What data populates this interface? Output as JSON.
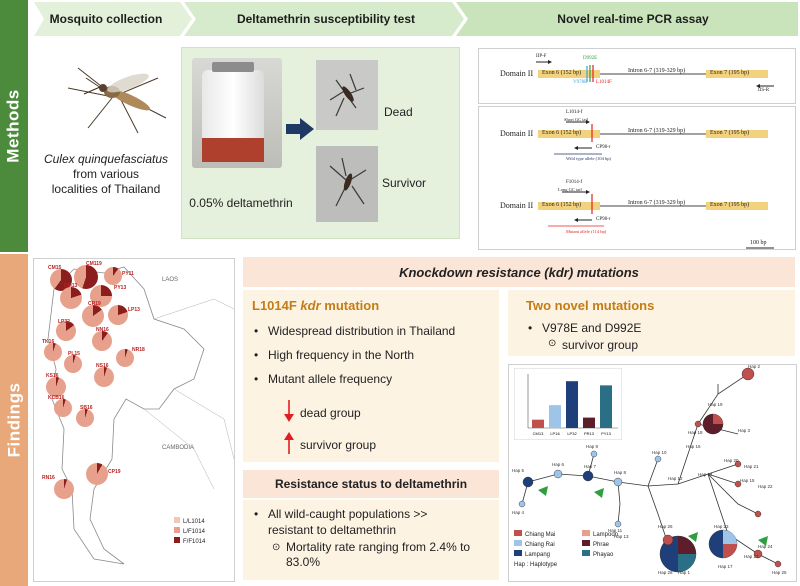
{
  "methods": {
    "side_label": "Methods",
    "steps": [
      "Mosquito collection",
      "Deltamethrin susceptibility test",
      "Novel real-time PCR assay"
    ],
    "species_italic": "Culex quinquefasciatus",
    "species_sub": "from various localities of Thailand",
    "test_concentration": "0.05% deltamethrin",
    "dead_label": "Dead",
    "survivor_label": "Survivor",
    "pcr": {
      "domain_label": "Domain II",
      "exon6": "Exon 6 (152 bp)",
      "intron": "Intron 6-7 (319-329 bp)",
      "exon7": "Exon 7 (195 bp)",
      "iip_f": "IIP-F",
      "iis_r": "IIS-R",
      "d992e": "D992E",
      "v978e": "V978E",
      "l1014f": "L1014F",
      "l1014f_primer": "L1014-f",
      "short_gc": "Short GC tail",
      "cp98r": "CP98-r",
      "wild_allele": "Wild type allele (104 bp)",
      "f1014f_primer": "F1014-f",
      "long_gc": "Long GC tail",
      "mutant_allele": "Mutant allele (114 bp)",
      "scale": "100 bp"
    }
  },
  "findings": {
    "side_label": "Findings",
    "kdr_title_pre": "Knockdown resistance (",
    "kdr_title_kdr": "kdr",
    "kdr_title_post": ") mutations",
    "l1014f_title_pre": "L1014F ",
    "l1014f_title_kdr": "kdr",
    "l1014f_title_post": " mutation",
    "l1014f_bullets": [
      "Widespread distribution in Thailand",
      "High frequency in the North",
      "Mutant allele frequency"
    ],
    "dead_group": "dead group",
    "survivor_group": "survivor group",
    "novel_title": "Two novel mutations",
    "novel_bullet": "V978E and D992E",
    "novel_sub": "survivor group",
    "resistance_title": "Resistance status to deltamethrin",
    "resistance_bullet": "All wild-caught populations >> resistant to deltamethrin",
    "resistance_sub": "Mortality rate ranging from 2.4% to 83.0%",
    "map": {
      "laos": "LAOS",
      "cambodia": "CAMBODIA",
      "legend": [
        "L/L1014",
        "L/F1014",
        "F/F1014"
      ],
      "sites": [
        "CM15",
        "CM119",
        "CM13",
        "PY13",
        "PY11",
        "CR19",
        "LP13",
        "LP32",
        "NN16",
        "TK16",
        "PL15",
        "NS16",
        "KS16",
        "NR18",
        "KCB16",
        "SB16",
        "CP19",
        "RN16"
      ]
    },
    "network": {
      "legend": [
        "Chiang Mai",
        "Lampoon",
        "Chiang Rai",
        "Phrae",
        "Lampang",
        "Phayao"
      ],
      "hap_note": "Hap : Haplotype",
      "hap_labels": [
        "Hap 1",
        "Hap 2",
        "Hap 3",
        "Hap 4",
        "Hap 5",
        "Hap 6",
        "Hap 7",
        "Hap 8",
        "Hap 9",
        "Hap 10",
        "Hap 11",
        "Hap 12",
        "Hap 13",
        "Hap 14",
        "Hap 15",
        "Hap 16",
        "Hap 17",
        "Hap 18",
        "Hap 19",
        "Hap 20",
        "Hap 21",
        "Hap 22",
        "Hap 23",
        "Hap 24",
        "Hap 25",
        "Hap 26",
        "Hap 27",
        "Hap 28"
      ],
      "bar_categories": [
        "CM13",
        "LP16",
        "LP32",
        "PR13",
        "PY13"
      ],
      "bar_values": [
        8,
        22,
        45,
        10,
        41
      ],
      "bar_colors": [
        "#c0504d",
        "#9ec5e8",
        "#1f3f7a",
        "#5c1e2a",
        "#2b6f86"
      ]
    },
    "colors": {
      "methods_green": "#4b8b3b",
      "findings_orange": "#e9a87a",
      "chevron_green": "#d8ecd0",
      "peach": "#fbe5d6",
      "cream": "#fdf3e3",
      "arrow_red": "#e02020",
      "arrow_green": "#2e9e3e"
    }
  }
}
